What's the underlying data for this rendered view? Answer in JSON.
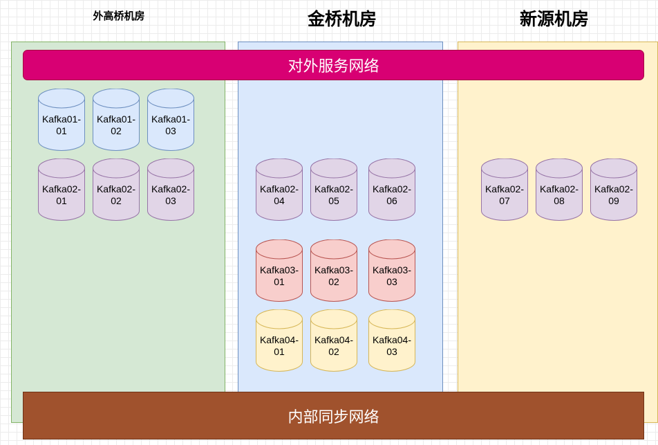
{
  "rooms": {
    "waigaoqiao": {
      "title": "外高桥机房"
    },
    "jinqiao": {
      "title": "金桥机房"
    },
    "xinyuan": {
      "title": "新源机房"
    }
  },
  "networks": {
    "external": "对外服务网络",
    "internal": "内部同步网络"
  },
  "colors": {
    "blue": {
      "fill": "#dae8fc",
      "stroke": "#6c8ebf"
    },
    "purple": {
      "fill": "#e1d5e7",
      "stroke": "#9673a6"
    },
    "red": {
      "fill": "#f8cecc",
      "stroke": "#b85450"
    },
    "yellow": {
      "fill": "#fff2cc",
      "stroke": "#d6b656"
    }
  },
  "nodes": {
    "k01_01": {
      "label": "Kafka01-\n01",
      "color": "blue"
    },
    "k01_02": {
      "label": "Kafka01-\n02",
      "color": "blue"
    },
    "k01_03": {
      "label": "Kafka01-\n03",
      "color": "blue"
    },
    "k02_01": {
      "label": "Kafka02-\n01",
      "color": "purple"
    },
    "k02_02": {
      "label": "Kafka02-\n02",
      "color": "purple"
    },
    "k02_03": {
      "label": "Kafka02-\n03",
      "color": "purple"
    },
    "k02_04": {
      "label": "Kafka02-\n04",
      "color": "purple"
    },
    "k02_05": {
      "label": "Kafka02-\n05",
      "color": "purple"
    },
    "k02_06": {
      "label": "Kafka02-\n06",
      "color": "purple"
    },
    "k02_07": {
      "label": "Kafka02-\n07",
      "color": "purple"
    },
    "k02_08": {
      "label": "Kafka02-\n08",
      "color": "purple"
    },
    "k02_09": {
      "label": "Kafka02-\n09",
      "color": "purple"
    },
    "k03_01": {
      "label": "Kafka03-\n01",
      "color": "red"
    },
    "k03_02": {
      "label": "Kafka03-\n02",
      "color": "red"
    },
    "k03_03": {
      "label": "Kafka03-\n03",
      "color": "red"
    },
    "k04_01": {
      "label": "Kafka04-\n01",
      "color": "yellow"
    },
    "k04_02": {
      "label": "Kafka04-\n02",
      "color": "yellow"
    },
    "k04_03": {
      "label": "Kafka04-\n03",
      "color": "yellow"
    }
  }
}
